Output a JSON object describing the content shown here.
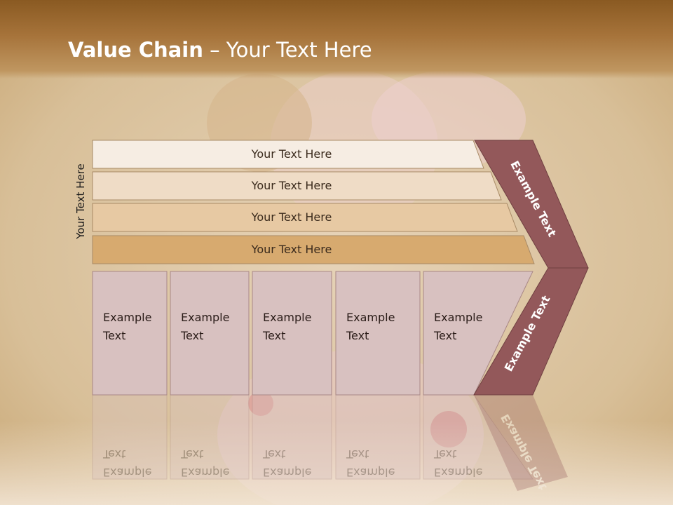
{
  "slide": {
    "title_bold": "Value Chain",
    "title_rest": " – Your Text Here",
    "vertical_label": "Your Text Here"
  },
  "bars": [
    {
      "label": "Your Text Here",
      "color": "#f6ede3"
    },
    {
      "label": "Your Text Here",
      "color": "#efdcc6"
    },
    {
      "label": "Your Text Here",
      "color": "#e7c9a3"
    },
    {
      "label": "Your Text Here",
      "color": "#d7aa6f"
    }
  ],
  "columns": [
    {
      "line1": "Example",
      "line2": "Text"
    },
    {
      "line1": "Example",
      "line2": "Text"
    },
    {
      "line1": "Example",
      "line2": "Text"
    },
    {
      "line1": "Example",
      "line2": "Text"
    },
    {
      "line1": "Example",
      "line2": "Text"
    }
  ],
  "chevron": {
    "upper_label": "Example Text",
    "lower_label": "Example Text",
    "color": "#93585a"
  },
  "colors": {
    "column_fill": "#d8c1c0",
    "column_stroke": "#a98886",
    "bar_stroke": "#a88a66",
    "header": "#8a5a22"
  }
}
